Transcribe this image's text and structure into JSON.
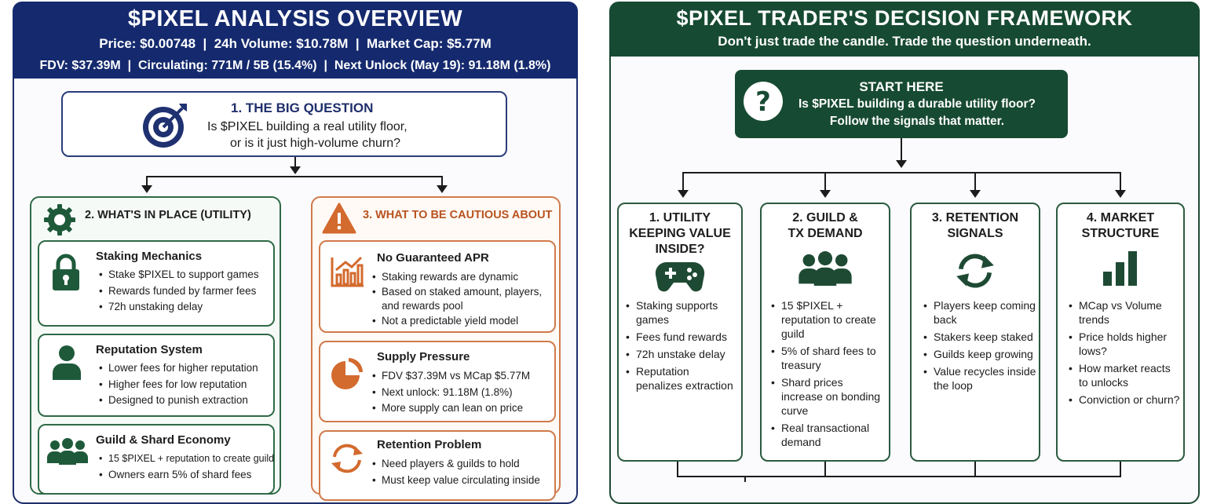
{
  "left": {
    "title": "$PIXEL ANALYSIS OVERVIEW",
    "stats_line1": "Price: $0.00748  |  24h Volume: $10.78M  |  Market Cap: $5.77M",
    "stats_line2": "FDV: $37.39M  |  Circulating: 771M / 5B (15.4%)  |  Next Unlock (May 19): 91.18M (1.8%)",
    "big_question": {
      "heading": "1. THE BIG QUESTION",
      "line1": "Is $PIXEL building a real utility floor,",
      "line2": "or is it just high-volume churn?",
      "icon": "target-icon"
    },
    "in_place": {
      "heading": "2. WHAT'S IN PLACE (UTILITY)",
      "icon": "gear-icon",
      "cards": [
        {
          "title": "Staking Mechanics",
          "icon": "lock-icon",
          "bullets": [
            "Stake $PIXEL to support games",
            "Rewards funded by farmer fees",
            "72h unstaking delay"
          ]
        },
        {
          "title": "Reputation System",
          "icon": "person-icon",
          "bullets": [
            "Lower fees for higher reputation",
            "Higher fees for low reputation",
            "Designed to punish extraction"
          ]
        },
        {
          "title": "Guild & Shard Economy",
          "icon": "group-icon",
          "bullets": [
            "15 $PIXEL + reputation to create guild",
            "Owners earn 5% of shard fees"
          ]
        }
      ]
    },
    "cautious": {
      "heading": "3. WHAT TO BE CAUTIOUS ABOUT",
      "icon": "warning-icon",
      "cards": [
        {
          "title": "No Guaranteed APR",
          "icon": "bar-chart-icon",
          "bullets": [
            "Staking rewards are dynamic",
            "Based on staked amount, players, and rewards pool",
            "Not a predictable yield model"
          ]
        },
        {
          "title": "Supply Pressure",
          "icon": "pie-chart-icon",
          "bullets": [
            "FDV $37.39M vs MCap $5.77M",
            "Next unlock: 91.18M (1.8%)",
            "More supply can lean on price"
          ]
        },
        {
          "title": "Retention Problem",
          "icon": "refresh-icon",
          "bullets": [
            "Need players & guilds to hold",
            "Must keep value circulating inside"
          ]
        }
      ]
    }
  },
  "right": {
    "title": "$PIXEL TRADER'S DECISION FRAMEWORK",
    "subtitle": "Don't just trade the candle. Trade the question underneath.",
    "start": {
      "heading": "START HERE",
      "line1": "Is $PIXEL building a durable utility floor?",
      "line2": "Follow the signals that matter.",
      "icon": "question-icon"
    },
    "columns": [
      {
        "title_lines": [
          "1. UTILITY",
          "KEEPING VALUE",
          "INSIDE?"
        ],
        "icon": "gamepad-icon",
        "bullets": [
          "Staking supports games",
          "Fees fund rewards",
          "72h unstake delay",
          "Reputation penalizes extraction"
        ]
      },
      {
        "title_lines": [
          "2. GUILD &",
          "TX DEMAND"
        ],
        "icon": "group-icon",
        "bullets": [
          "15 $PIXEL + reputation to create guild",
          "5% of shard fees to treasury",
          "Shard prices increase on bonding curve",
          "Real transactional demand"
        ]
      },
      {
        "title_lines": [
          "3. RETENTION",
          "SIGNALS"
        ],
        "icon": "refresh-icon",
        "bullets": [
          "Players keep coming back",
          "Stakers keep staked",
          "Guilds keep growing",
          "Value recycles inside the loop"
        ]
      },
      {
        "title_lines": [
          "4. MARKET",
          "STRUCTURE"
        ],
        "icon": "bar-chart-icon",
        "bullets": [
          "MCap vs Volume trends",
          "Price holds higher lows?",
          "How market reacts to unlocks",
          "Conviction or churn?"
        ]
      }
    ]
  },
  "colors": {
    "navy": "#152a6e",
    "green": "#174a32",
    "accent_green": "#2f6a47",
    "accent_orange": "#d07a4a"
  }
}
